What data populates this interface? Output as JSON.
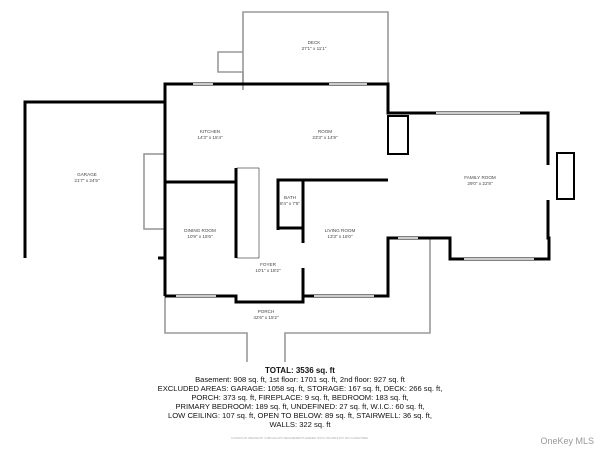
{
  "rooms": [
    {
      "id": "deck",
      "name": "DECK",
      "dims": "27'1\" x 11'1\""
    },
    {
      "id": "kitchen",
      "name": "KITCHEN",
      "dims": "14'3\" x 15'4\""
    },
    {
      "id": "room",
      "name": "ROOM",
      "dims": "23'3\" x 14'9\""
    },
    {
      "id": "garage",
      "name": "GARAGE",
      "dims": "21'7\" x 24'5\""
    },
    {
      "id": "family",
      "name": "FAMILY ROOM",
      "dims": "29'0\" x 22'8\""
    },
    {
      "id": "bath",
      "name": "BATH",
      "dims": "8'4\" x 7'5\""
    },
    {
      "id": "dining",
      "name": "DINING ROOM",
      "dims": "10'9\" x 15'6\""
    },
    {
      "id": "living",
      "name": "LIVING ROOM",
      "dims": "13'3\" x 16'0\""
    },
    {
      "id": "foyer",
      "name": "FOYER",
      "dims": "10'1\" x 18'2\""
    },
    {
      "id": "porch",
      "name": "PORCH",
      "dims": "42'6\" x 15'2\""
    }
  ],
  "summary": {
    "total": "TOTAL: 3536 sq. ft",
    "lines": [
      "Basement: 908 sq. ft, 1st floor: 1701 sq. ft, 2nd floor: 927 sq. ft",
      "EXCLUDED AREAS: GARAGE: 1058 sq. ft, STORAGE: 167 sq. ft, DECK: 266 sq. ft,",
      "PORCH: 373 sq. ft, FIREPLACE: 9 sq. ft, BEDROOM: 183 sq. ft,",
      "PRIMARY BEDROOM: 189 sq. ft, UNDEFINED: 27 sq. ft, W.I.C.: 60 sq. ft,",
      "LOW CEILING: 107 sq. ft, OPEN TO BELOW: 89 sq. ft, STAIRWELL: 36 sq. ft,",
      "WALLS: 322 sq. ft"
    ]
  },
  "disclaimer": "FLOOR PLAN CREATED BY CUBICASA APP. MEASUREMENTS DEEMED HIGHLY RELIABLE BUT NOT GUARANTEED.",
  "watermark": "OneKey MLS",
  "colors": {
    "wall": "#000000",
    "thin": "#999999",
    "window": "#cccccc"
  }
}
